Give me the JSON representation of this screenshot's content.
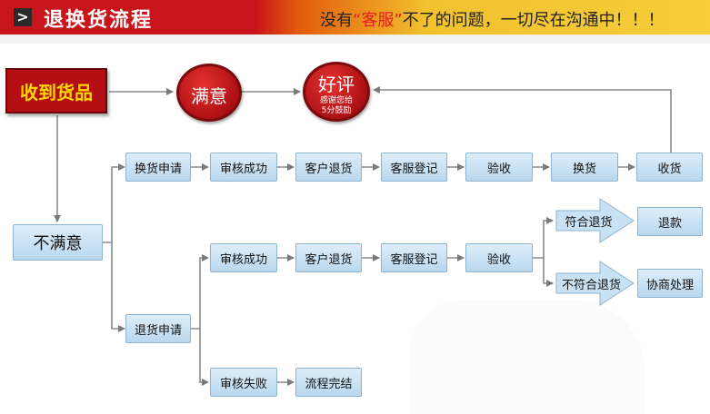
{
  "header": {
    "badge": ">",
    "title": "退换货流程",
    "slogan_pre": "没有",
    "slogan_highlight": "“客服”",
    "slogan_post": "不了的问题，一切尽在沟通中！！！"
  },
  "nodes": {
    "received": "收到货品",
    "satisfied": "满意",
    "good_review": "好评",
    "good_review_sub1": "感谢您给",
    "good_review_sub2": "5分鼓励",
    "unsatisfied": "不满意",
    "exchange_apply": "换货申请",
    "exchange_review_ok": "审核成功",
    "exchange_customer_return": "客户退货",
    "exchange_service_register": "客服登记",
    "exchange_inspect": "验收",
    "exchange": "换货",
    "receive_goods": "收货",
    "return_apply": "退货申请",
    "return_review_ok": "审核成功",
    "return_customer_return": "客户退货",
    "return_service_register": "客服登记",
    "return_inspect": "验收",
    "meets_return": "符合退货",
    "refund": "退款",
    "not_meets_return": "不符合退货",
    "negotiate": "协商处理",
    "review_fail": "审核失败",
    "process_done": "流程完结"
  },
  "colors": {
    "header_red": "#c8141a",
    "header_yellow": "#f6cd3a",
    "node_blue": "#c8e1f3",
    "red_box": "#b40e12",
    "red_text": "#ffd800"
  }
}
